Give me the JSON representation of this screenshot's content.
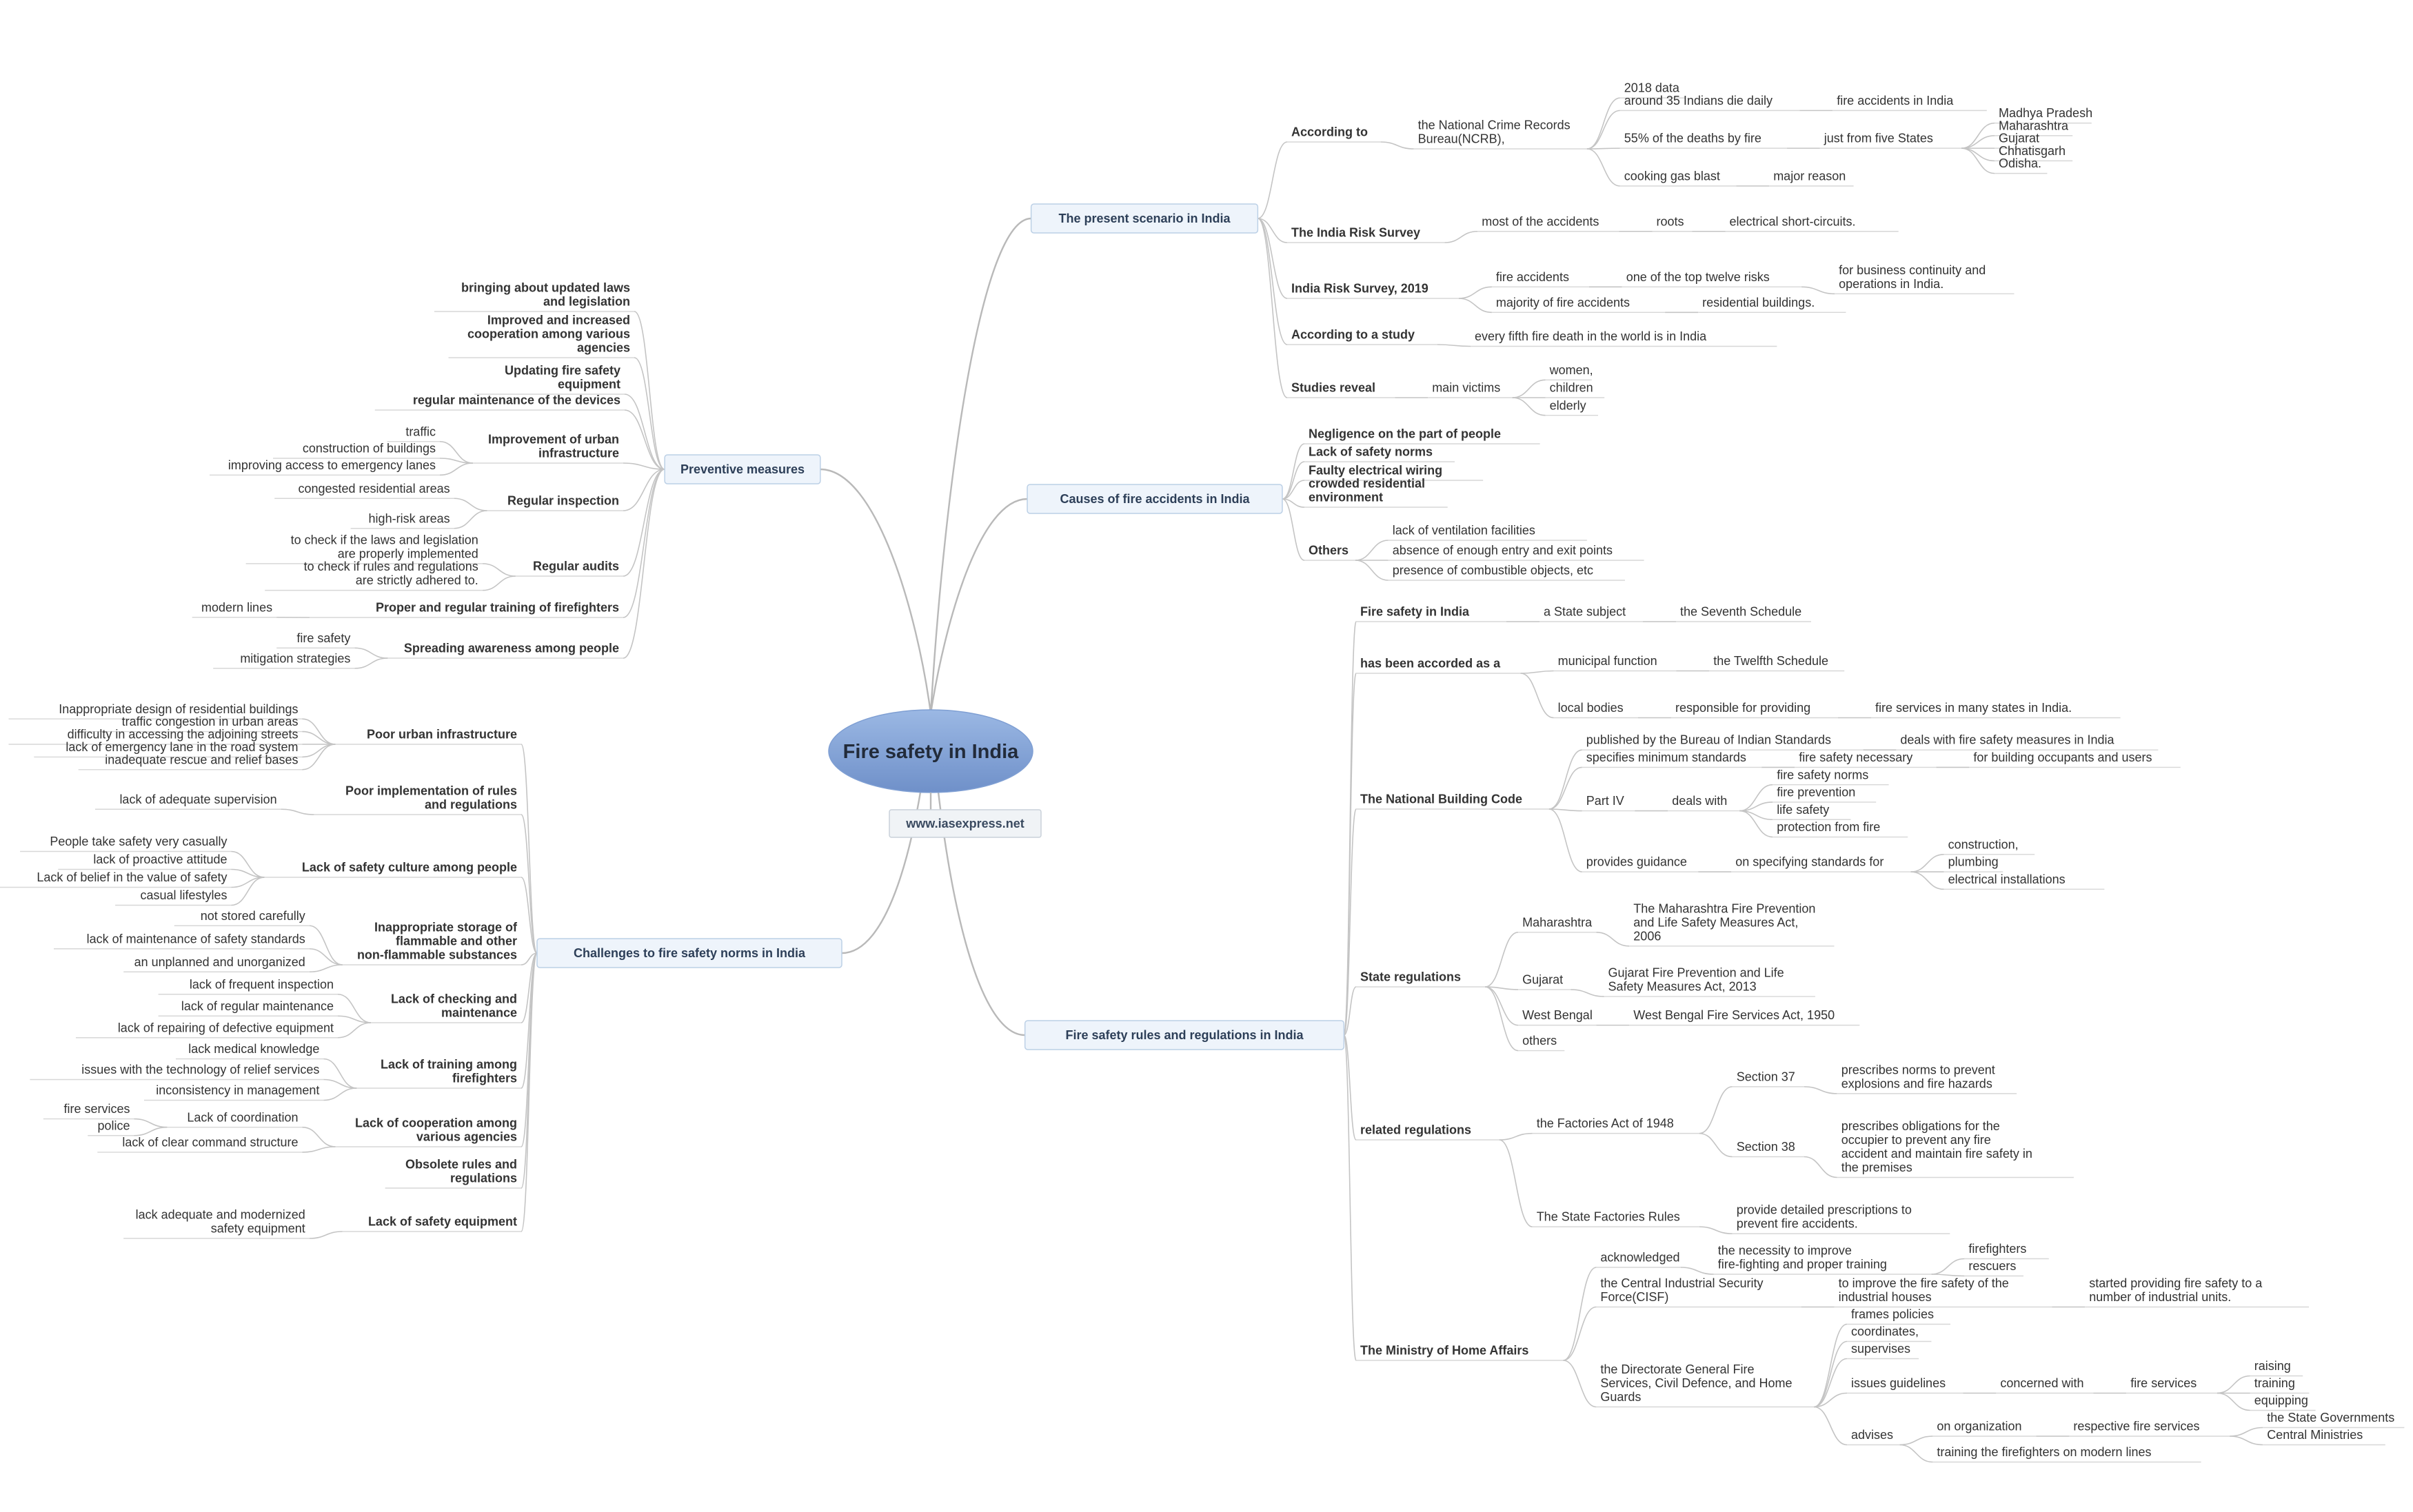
{
  "root": {
    "title": "Fire safety in India",
    "subtitle": "www.iasexpress.net",
    "colors": {
      "root_top": "#9bb8e4",
      "root_bottom": "#6f90c9",
      "branch_fill": "#eef4fb",
      "branch_border": "#bcd0e6"
    }
  },
  "branches": [
    {
      "label": "The present scenario in India",
      "side": "right",
      "children": [
        {
          "label": "According to",
          "children": [
            {
              "label": "the National Crime Records Bureau(NCRB),",
              "children": [
                {
                  "label": "2018 data"
                },
                {
                  "label": "around 35 Indians die daily",
                  "children": [
                    {
                      "label": "fire accidents in India"
                    }
                  ]
                },
                {
                  "label": "55% of the deaths by fire",
                  "children": [
                    {
                      "label": "just from five States",
                      "children": [
                        {
                          "label": "Madhya Pradesh"
                        },
                        {
                          "label": "Maharashtra"
                        },
                        {
                          "label": "Gujarat"
                        },
                        {
                          "label": "Chhatisgarh"
                        },
                        {
                          "label": "Odisha."
                        }
                      ]
                    }
                  ]
                },
                {
                  "label": "cooking gas blast",
                  "children": [
                    {
                      "label": "major reason"
                    }
                  ]
                }
              ]
            }
          ]
        },
        {
          "label": "The India Risk Survey",
          "children": [
            {
              "label": "most of the accidents",
              "children": [
                {
                  "label": "roots",
                  "children": [
                    {
                      "label": "electrical short-circuits."
                    }
                  ]
                }
              ]
            }
          ]
        },
        {
          "label": "India Risk Survey, 2019",
          "children": [
            {
              "label": "fire accidents",
              "children": [
                {
                  "label": "one of the top twelve risks",
                  "children": [
                    {
                      "label": "for business continuity and operations in India."
                    }
                  ]
                }
              ]
            },
            {
              "label": "majority of fire accidents",
              "children": [
                {
                  "label": "residential buildings."
                }
              ]
            }
          ]
        },
        {
          "label": "According to a study",
          "children": [
            {
              "label": "every fifth fire death in the world is in India"
            }
          ]
        },
        {
          "label": "Studies reveal",
          "children": [
            {
              "label": "main victims",
              "children": [
                {
                  "label": "women,"
                },
                {
                  "label": "children"
                },
                {
                  "label": "elderly"
                }
              ]
            }
          ]
        }
      ]
    },
    {
      "label": "Causes of fire accidents in India",
      "side": "right",
      "children": [
        {
          "label": "Negligence on the part of people"
        },
        {
          "label": "Lack of safety norms"
        },
        {
          "label": "Faulty electrical wiring"
        },
        {
          "label": "crowded residential environment"
        },
        {
          "label": "Others",
          "children": [
            {
              "label": "lack of ventilation facilities"
            },
            {
              "label": "absence of enough entry and exit points"
            },
            {
              "label": "presence of combustible objects, etc"
            }
          ]
        }
      ]
    },
    {
      "label": "Fire safety rules and regulations in India",
      "side": "right",
      "children": [
        {
          "label": "Fire safety in India",
          "children": [
            {
              "label": "a State subject",
              "children": [
                {
                  "label": "the Seventh Schedule"
                }
              ]
            }
          ]
        },
        {
          "label": "has been accorded as a",
          "children": [
            {
              "label": "municipal function",
              "children": [
                {
                  "label": "the Twelfth Schedule"
                }
              ]
            },
            {
              "label": "local bodies",
              "children": [
                {
                  "label": "responsible for providing",
                  "children": [
                    {
                      "label": "fire services in many states in India."
                    }
                  ]
                }
              ]
            }
          ]
        },
        {
          "label": "The National Building Code",
          "children": [
            {
              "label": "published by the Bureau of Indian Standards",
              "children": [
                {
                  "label": "deals with fire safety measures in India"
                }
              ]
            },
            {
              "label": "specifies minimum standards",
              "children": [
                {
                  "label": "fire safety necessary",
                  "children": [
                    {
                      "label": "for building occupants and users"
                    }
                  ]
                }
              ]
            },
            {
              "label": "Part IV",
              "children": [
                {
                  "label": "deals with",
                  "children": [
                    {
                      "label": "fire safety norms"
                    },
                    {
                      "label": "fire prevention"
                    },
                    {
                      "label": "life safety"
                    },
                    {
                      "label": "protection from fire"
                    }
                  ]
                }
              ]
            },
            {
              "label": "provides guidance",
              "children": [
                {
                  "label": "on specifying standards for",
                  "children": [
                    {
                      "label": "construction,"
                    },
                    {
                      "label": "plumbing"
                    },
                    {
                      "label": "electrical installations"
                    }
                  ]
                }
              ]
            }
          ]
        },
        {
          "label": "State regulations",
          "children": [
            {
              "label": "Maharashtra",
              "children": [
                {
                  "label": "The Maharashtra Fire Prevention and Life Safety Measures Act, 2006"
                }
              ]
            },
            {
              "label": "Gujarat",
              "children": [
                {
                  "label": "Gujarat Fire Prevention and Life Safety Measures Act, 2013"
                }
              ]
            },
            {
              "label": "West Bengal",
              "children": [
                {
                  "label": "West Bengal Fire Services Act, 1950"
                }
              ]
            },
            {
              "label": "others"
            }
          ]
        },
        {
          "label": "related regulations",
          "children": [
            {
              "label": "the Factories Act of 1948",
              "children": [
                {
                  "label": "Section 37",
                  "children": [
                    {
                      "label": "prescribes norms to prevent explosions and fire hazards"
                    }
                  ]
                },
                {
                  "label": "Section 38",
                  "children": [
                    {
                      "label": "prescribes obligations for the occupier to prevent any fire accident and maintain fire safety in the premises"
                    }
                  ]
                }
              ]
            },
            {
              "label": "The State Factories Rules",
              "children": [
                {
                  "label": "provide detailed prescriptions to prevent fire accidents."
                }
              ]
            }
          ]
        },
        {
          "label": "The Ministry of Home Affairs",
          "children": [
            {
              "label": "acknowledged",
              "children": [
                {
                  "label": "the necessity to improve fire-fighting and proper training",
                  "children": [
                    {
                      "label": "firefighters"
                    },
                    {
                      "label": "rescuers"
                    }
                  ]
                }
              ]
            },
            {
              "label": "the Central Industrial Security Force(CISF)",
              "children": [
                {
                  "label": "to improve the fire safety of the industrial houses",
                  "children": [
                    {
                      "label": "started providing fire safety to a number of industrial units."
                    }
                  ]
                }
              ]
            },
            {
              "label": "the Directorate General Fire Services, Civil Defence, and Home Guards",
              "children": [
                {
                  "label": "frames policies"
                },
                {
                  "label": "coordinates,"
                },
                {
                  "label": "supervises"
                },
                {
                  "label": "issues guidelines",
                  "children": [
                    {
                      "label": "concerned with",
                      "children": [
                        {
                          "label": "fire services",
                          "children": [
                            {
                              "label": "raising"
                            },
                            {
                              "label": "training"
                            },
                            {
                              "label": "equipping"
                            }
                          ]
                        }
                      ]
                    }
                  ]
                },
                {
                  "label": "advises",
                  "children": [
                    {
                      "label": "on organization",
                      "children": [
                        {
                          "label": "respective fire services",
                          "children": [
                            {
                              "label": "the State Governments"
                            },
                            {
                              "label": "Central Ministries"
                            }
                          ]
                        }
                      ]
                    },
                    {
                      "label": "training the firefighters on modern lines"
                    }
                  ]
                }
              ]
            }
          ]
        }
      ]
    },
    {
      "label": "Preventive measures",
      "side": "left",
      "children": [
        {
          "label": "bringing about updated laws and legislation"
        },
        {
          "label": "Improved and increased cooperation among various agencies"
        },
        {
          "label": "Updating fire safety equipment"
        },
        {
          "label": "regular maintenance of the devices"
        },
        {
          "label": "Improvement of urban infrastructure",
          "children": [
            {
              "label": "traffic"
            },
            {
              "label": "construction of buildings"
            },
            {
              "label": "improving access to emergency lanes"
            }
          ]
        },
        {
          "label": "Regular inspection",
          "children": [
            {
              "label": "congested residential areas"
            },
            {
              "label": "high-risk areas"
            }
          ]
        },
        {
          "label": "Regular audits",
          "children": [
            {
              "label": "to check if the laws and legislation are properly implemented"
            },
            {
              "label": "to check if rules and regulations are strictly adhered to."
            }
          ]
        },
        {
          "label": "Proper and regular training of firefighters",
          "children": [
            {
              "label": "modern lines"
            }
          ]
        },
        {
          "label": "Spreading awareness among people",
          "children": [
            {
              "label": "fire safety"
            },
            {
              "label": "mitigation strategies"
            }
          ]
        }
      ]
    },
    {
      "label": "Challenges to fire safety norms in India",
      "side": "left",
      "children": [
        {
          "label": "Poor urban infrastructure",
          "children": [
            {
              "label": "Inappropriate design of residential buildings"
            },
            {
              "label": "traffic congestion in urban areas"
            },
            {
              "label": "difficulty in accessing the adjoining streets"
            },
            {
              "label": "lack of emergency lane in the road system"
            },
            {
              "label": "inadequate rescue and relief bases"
            }
          ]
        },
        {
          "label": "Poor implementation of rules and regulations",
          "children": [
            {
              "label": "lack of adequate supervision"
            }
          ]
        },
        {
          "label": "Lack of safety culture among people",
          "children": [
            {
              "label": "People take safety very casually"
            },
            {
              "label": "lack of proactive attitude"
            },
            {
              "label": "Lack of belief in the value of safety"
            },
            {
              "label": "casual lifestyles"
            }
          ]
        },
        {
          "label": "Inappropriate storage of flammable and other non-flammable substances",
          "children": [
            {
              "label": "not stored carefully"
            },
            {
              "label": "lack of maintenance of safety standards"
            },
            {
              "label": "an unplanned and unorganized"
            }
          ]
        },
        {
          "label": "Lack of checking and maintenance",
          "children": [
            {
              "label": "lack of frequent inspection"
            },
            {
              "label": "lack of regular maintenance"
            },
            {
              "label": "lack of repairing of defective equipment"
            }
          ]
        },
        {
          "label": "Lack of training among firefighters",
          "children": [
            {
              "label": "lack medical knowledge"
            },
            {
              "label": "issues with the technology of relief services"
            },
            {
              "label": "inconsistency in management"
            }
          ]
        },
        {
          "label": "Lack of cooperation among various agencies",
          "children": [
            {
              "label": "Lack of coordination",
              "children": [
                {
                  "label": "fire services"
                },
                {
                  "label": "police"
                }
              ]
            },
            {
              "label": "lack of clear command structure"
            }
          ]
        },
        {
          "label": "Obsolete rules and regulations"
        },
        {
          "label": "Lack of safety equipment",
          "children": [
            {
              "label": "lack adequate and modernized safety equipment"
            }
          ]
        }
      ]
    }
  ]
}
